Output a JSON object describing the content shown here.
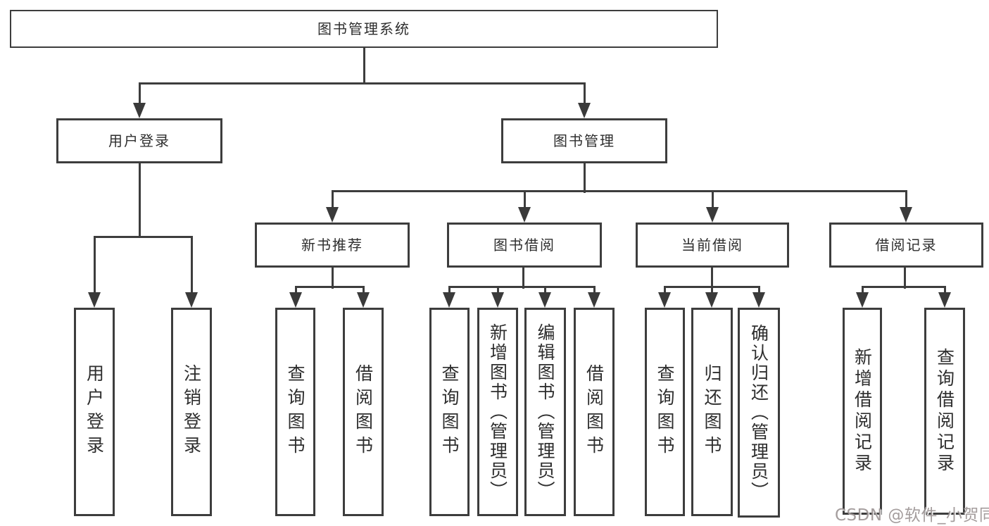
{
  "diagram_title": "图书管理系统",
  "nodes": {
    "root": "图书管理系统",
    "level2": [
      "用户登录",
      "图书管理"
    ],
    "level3": [
      "新书推荐",
      "图书借阅",
      "当前借阅",
      "借阅记录"
    ],
    "leaves_user": [
      "用户登录",
      "注销登录"
    ],
    "leaves_recommend": [
      "查询图书",
      "借阅图书"
    ],
    "leaves_borrow": [
      "查询图书",
      "新增图书（管理员）",
      "编辑图书（管理员）",
      "借阅图书"
    ],
    "leaves_current": [
      "查询图书",
      "归还图书",
      "确认归还（管理员）"
    ],
    "leaves_records": [
      "新增借阅记录",
      "查询借阅记录"
    ]
  },
  "watermark": {
    "text": "CSDN @软件_小贺同学"
  },
  "colors": {
    "line": "#3d3d3d",
    "text": "#2e2e2e",
    "watermark_text": "#9d9595",
    "background": "#ffffff"
  }
}
